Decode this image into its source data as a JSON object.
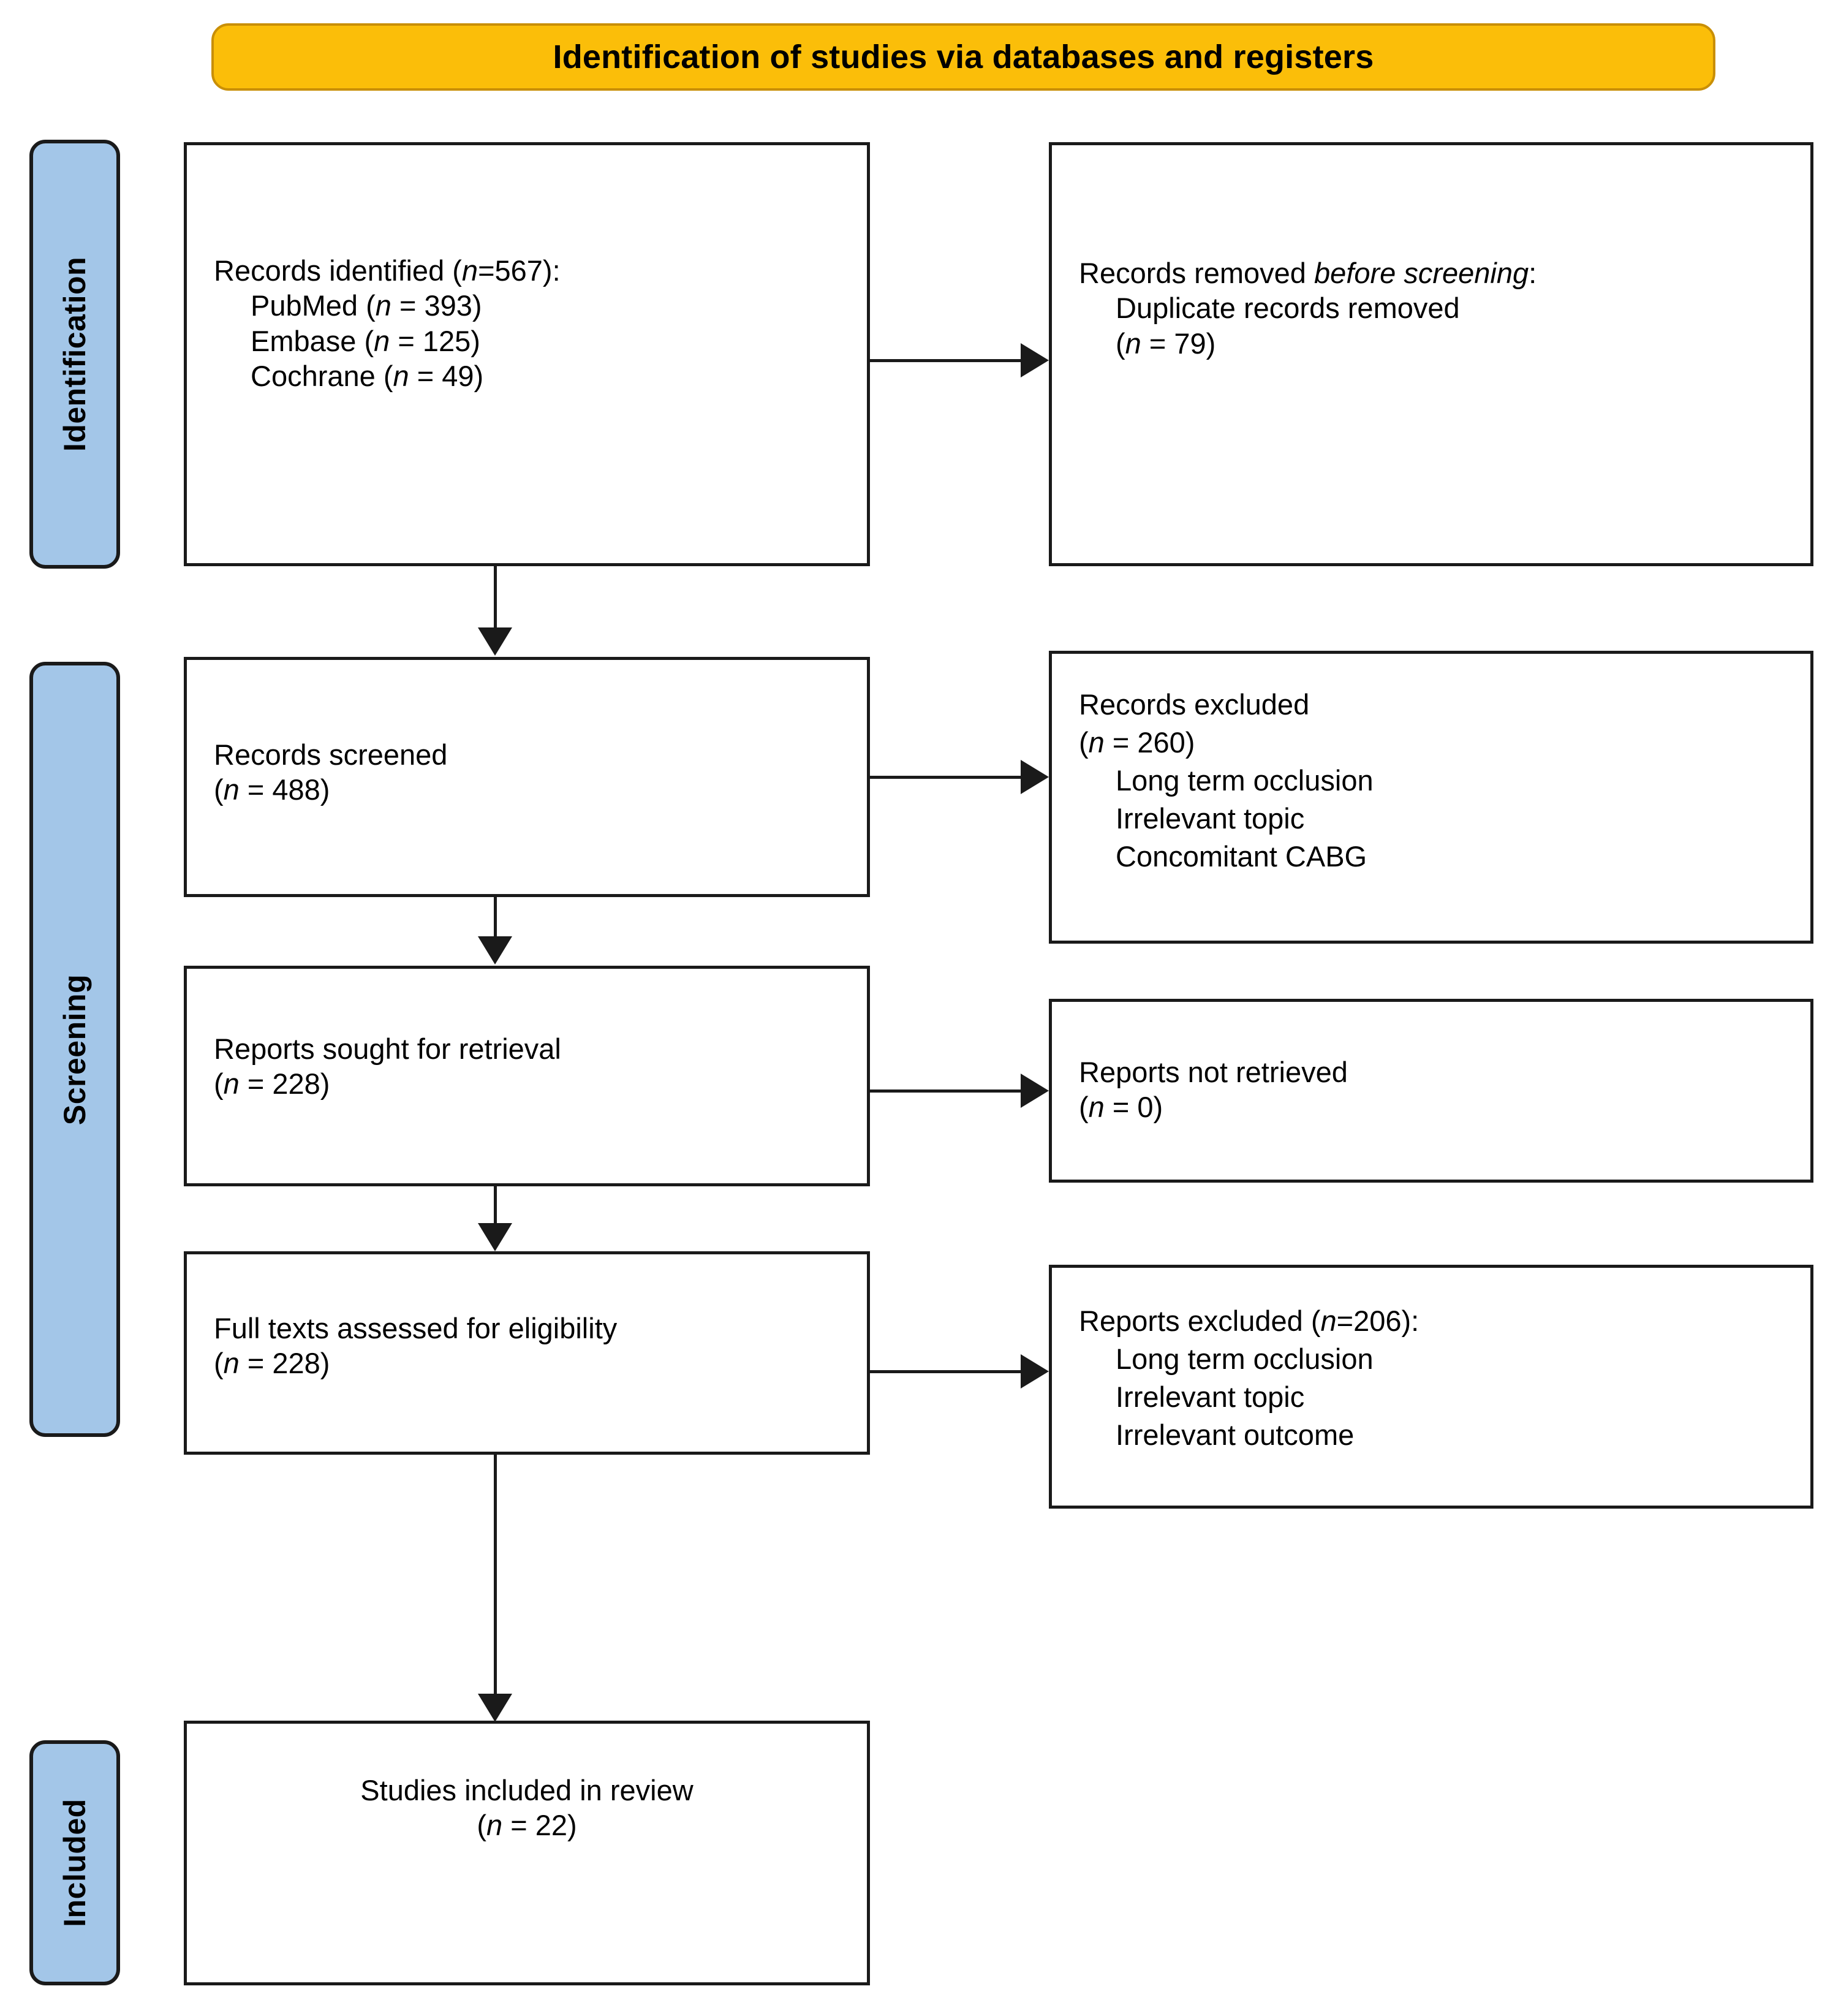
{
  "banner": {
    "title": "Identification of studies via databases and registers",
    "bg_color": "#FBBE09",
    "border_color": "#C98F06"
  },
  "stages": {
    "color": "#A3C6E8",
    "identification": "Identification",
    "screening": "Screening",
    "included": "Included"
  },
  "boxes": {
    "identified": {
      "line1": "Records identified (",
      "n_italic": "n",
      "line1_end": "=567):",
      "sources": [
        {
          "pre": "PubMed (",
          "n": "n",
          "post": " = 393)"
        },
        {
          "pre": "Embase (",
          "n": "n",
          "post": " = 125)"
        },
        {
          "pre": "Cochrane (",
          "n": "n",
          "post": " = 49)"
        }
      ]
    },
    "removed": {
      "line1_pre": "Records removed ",
      "line1_italic": "before screening",
      "line1_post": ":",
      "line2": "Duplicate records removed",
      "line3_pre": "(",
      "line3_n": "n",
      "line3_post": " = 79)"
    },
    "screened": {
      "line1": "Records screened",
      "line2_pre": "(",
      "line2_n": "n",
      "line2_post": " = 488)"
    },
    "records_excluded": {
      "line1": "Records excluded",
      "line2_pre": "(",
      "line2_n": "n",
      "line2_post": " = 260)",
      "reasons": [
        "Long term occlusion",
        "Irrelevant topic",
        "Concomitant CABG"
      ]
    },
    "sought": {
      "line1": "Reports sought for retrieval",
      "line2_pre": "(",
      "line2_n": "n",
      "line2_post": " = 228)"
    },
    "not_retrieved": {
      "line1": "Reports not retrieved",
      "line2_pre": "(",
      "line2_n": "n",
      "line2_post": " = 0)"
    },
    "fulltext": {
      "line1": "Full texts assessed for eligibility",
      "line2_pre": "(",
      "line2_n": "n",
      "line2_post": " = 228)"
    },
    "reports_excluded": {
      "line1_pre": "Reports excluded (",
      "line1_n": "n",
      "line1_post": "=206):",
      "reasons": [
        "Long term occlusion",
        "Irrelevant topic",
        "Irrelevant outcome"
      ]
    },
    "included": {
      "line1": "Studies included in review",
      "line2_pre": "(",
      "line2_n": "n",
      "line2_post": " = 22)"
    }
  },
  "chart_data": {
    "type": "diagram",
    "title": "Identification of studies via databases and registers",
    "nodes": [
      {
        "id": "identified",
        "stage": "Identification",
        "label": "Records identified (n=567)",
        "n": 567,
        "breakdown": [
          {
            "source": "PubMed",
            "n": 393
          },
          {
            "source": "Embase",
            "n": 125
          },
          {
            "source": "Cochrane",
            "n": 49
          }
        ]
      },
      {
        "id": "removed",
        "stage": "Identification",
        "label": "Records removed before screening: Duplicate records removed",
        "n": 79
      },
      {
        "id": "screened",
        "stage": "Screening",
        "label": "Records screened",
        "n": 488
      },
      {
        "id": "records_excluded",
        "stage": "Screening",
        "label": "Records excluded",
        "n": 260,
        "reasons": [
          "Long term occlusion",
          "Irrelevant topic",
          "Concomitant CABG"
        ]
      },
      {
        "id": "sought",
        "stage": "Screening",
        "label": "Reports sought for retrieval",
        "n": 228
      },
      {
        "id": "not_retrieved",
        "stage": "Screening",
        "label": "Reports not retrieved",
        "n": 0
      },
      {
        "id": "fulltext",
        "stage": "Screening",
        "label": "Full texts assessed for eligibility",
        "n": 228
      },
      {
        "id": "reports_excluded",
        "stage": "Screening",
        "label": "Reports excluded",
        "n": 206,
        "reasons": [
          "Long term occlusion",
          "Irrelevant topic",
          "Irrelevant outcome"
        ]
      },
      {
        "id": "included",
        "stage": "Included",
        "label": "Studies included in review",
        "n": 22
      }
    ],
    "edges": [
      {
        "from": "identified",
        "to": "removed",
        "direction": "right"
      },
      {
        "from": "identified",
        "to": "screened",
        "direction": "down"
      },
      {
        "from": "screened",
        "to": "records_excluded",
        "direction": "right"
      },
      {
        "from": "screened",
        "to": "sought",
        "direction": "down"
      },
      {
        "from": "sought",
        "to": "not_retrieved",
        "direction": "right"
      },
      {
        "from": "sought",
        "to": "fulltext",
        "direction": "down"
      },
      {
        "from": "fulltext",
        "to": "reports_excluded",
        "direction": "right"
      },
      {
        "from": "fulltext",
        "to": "included",
        "direction": "down"
      }
    ]
  }
}
